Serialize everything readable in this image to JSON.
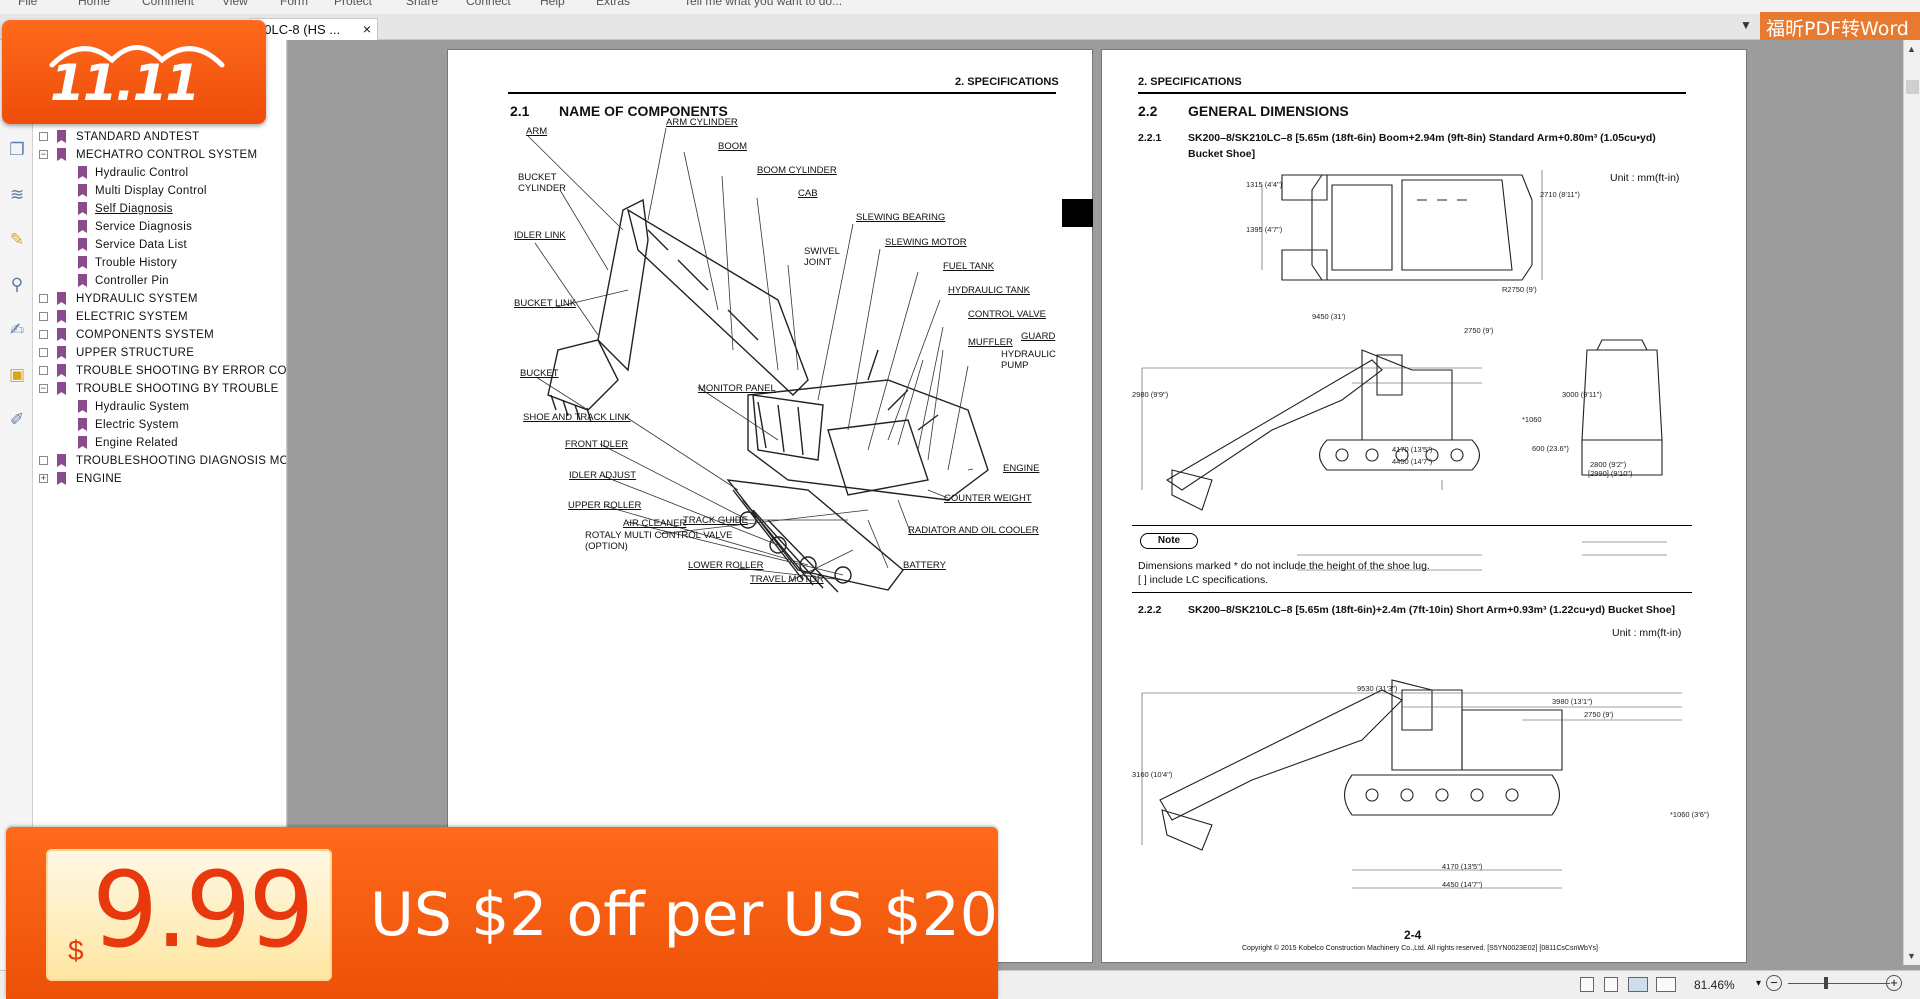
{
  "menu": [
    "File",
    "Home",
    "Comment",
    "View",
    "Form",
    "Protect",
    "Share",
    "Connect",
    "Help",
    "Extras",
    "Tell me what you want to do..."
  ],
  "tab": {
    "title": "10LC-8 (HS ...",
    "close": "×"
  },
  "pdf_word_label": "福昕PDF转Word",
  "bookmarks": [
    {
      "label": "STANDARD ANDTEST",
      "level": 1,
      "toggle": ""
    },
    {
      "label": "MECHATRO CONTROL SYSTEM",
      "level": 1,
      "toggle": "−"
    },
    {
      "label": "Hydraulic Control",
      "level": 2
    },
    {
      "label": "Multi Display Control",
      "level": 2
    },
    {
      "label": "Self Diagnosis",
      "level": 2,
      "selected": true
    },
    {
      "label": "Service Diagnosis",
      "level": 2
    },
    {
      "label": "Service Data List",
      "level": 2
    },
    {
      "label": "Trouble History",
      "level": 2
    },
    {
      "label": "Controller Pin",
      "level": 2
    },
    {
      "label": "HYDRAULIC SYSTEM",
      "level": 1,
      "toggle": ""
    },
    {
      "label": "ELECTRIC SYSTEM",
      "level": 1,
      "toggle": ""
    },
    {
      "label": "COMPONENTS SYSTEM",
      "level": 1,
      "toggle": ""
    },
    {
      "label": "UPPER STRUCTURE",
      "level": 1,
      "toggle": ""
    },
    {
      "label": "TROUBLE SHOOTING BY ERROR CODE",
      "level": 1,
      "toggle": ""
    },
    {
      "label": "TROUBLE SHOOTING BY TROUBLE",
      "level": 1,
      "toggle": "−"
    },
    {
      "label": "Hydraulic System",
      "level": 2
    },
    {
      "label": "Electric System",
      "level": 2
    },
    {
      "label": "Engine Related",
      "level": 2
    },
    {
      "label": "TROUBLESHOOTING DIAGNOSIS MODE",
      "level": 1,
      "toggle": ""
    },
    {
      "label": "ENGINE",
      "level": 1,
      "toggle": "+"
    }
  ],
  "left_page": {
    "header": "2. SPECIFICATIONS",
    "section_num": "2.1",
    "section_title": "NAME OF COMPONENTS",
    "labels": [
      "ARM",
      "ARM CYLINDER",
      "BOOM",
      "BOOM CYLINDER",
      "CAB",
      "BUCKET CYLINDER",
      "SLEWING BEARING",
      "SLEWING MOTOR",
      "IDLER LINK",
      "SWIVEL JOINT",
      "FUEL TANK",
      "HYDRAULIC TANK",
      "BUCKET LINK",
      "CONTROL VALVE",
      "GUARD",
      "MUFFLER",
      "HYDRAULIC PUMP",
      "BUCKET",
      "MONITOR PANEL",
      "SHOE AND TRACK LINK",
      "FRONT IDLER",
      "ENGINE",
      "IDLER ADJUST",
      "COUNTER WEIGHT",
      "UPPER ROLLER",
      "AIR CLEANER",
      "TRACK GUIDE",
      "RADIATOR AND OIL COOLER",
      "ROTALY MULTI CONTROL VALVE (OPTION)",
      "LOWER ROLLER",
      "BATTERY",
      "TRAVEL MOTOR"
    ]
  },
  "right_page": {
    "header": "2. SPECIFICATIONS",
    "section_num": "2.2",
    "section_title": "GENERAL DIMENSIONS",
    "sub1_num": "2.2.1",
    "sub1_text": "SK200–8/SK210LC–8 [5.65m (18ft-6in) Boom+2.94m (9ft-8in) Standard Arm+0.80m³ (1.05cu•yd) Bucket Shoe]",
    "unit": "Unit : mm(ft-in)",
    "note_label": "Note",
    "note_line1": "Dimensions marked * do not include the height of the shoe lug.",
    "note_line2": "[ ] include LC specifications.",
    "sub2_num": "2.2.2",
    "sub2_text": "SK200–8/SK210LC–8 [5.65m (18ft-6in)+2.4m (7ft-10in) Short Arm+0.93m³ (1.22cu•yd) Bucket Shoe]",
    "unit2": "Unit : mm(ft-in)",
    "dims1": [
      "9450 (31')",
      "2750 (9')",
      "2710 (8'11\")",
      "1315 (4'4\")",
      "1395 (4'7\")",
      "4170 (13'5\")",
      "4450 (14'7\")",
      "600 (23.6\")",
      "2800 (9'2\")",
      "[2990] (9'10\")",
      "2980 (9'9\")",
      "3000 (9'11\")",
      "*1060",
      "R2750 (9')"
    ],
    "dims2": [
      "9530 (31'3\")",
      "3980 (13'1\")",
      "2750 (9')",
      "3160 (10'4\")",
      "4170 (13'5\")",
      "4450 (14'7\")",
      "*1060 (3'6\")"
    ],
    "page_num": "2-4",
    "copyright": "Copyright © 2015 Kobelco Construction Machinery Co.,Ltd. All rights reserved. [S5YN0023E02] [0811CsCsnWbYs]"
  },
  "status": {
    "zoom": "81.46%"
  },
  "promo": {
    "top": "11.11",
    "currency": "$",
    "price": "9.99",
    "offer": "US $2 off per US $20"
  }
}
